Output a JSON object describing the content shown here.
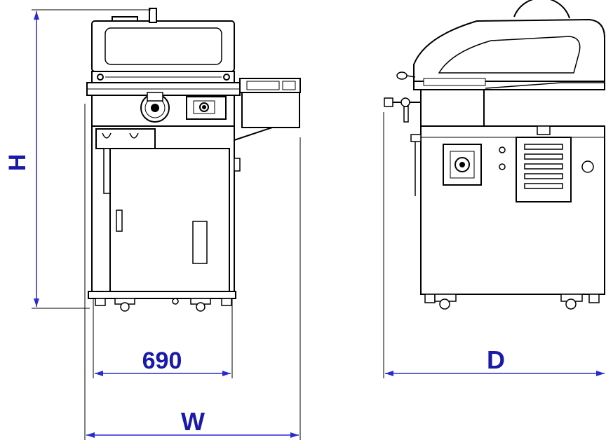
{
  "dimensions": {
    "height_label": "H",
    "width_690_label": "690",
    "overall_width_label": "W",
    "depth_label": "D"
  },
  "colors": {
    "dimension_line": "#2a2ad0",
    "dimension_text": "#1a1aa8",
    "machine_line": "#000000",
    "machine_fill": "#ffffff"
  }
}
